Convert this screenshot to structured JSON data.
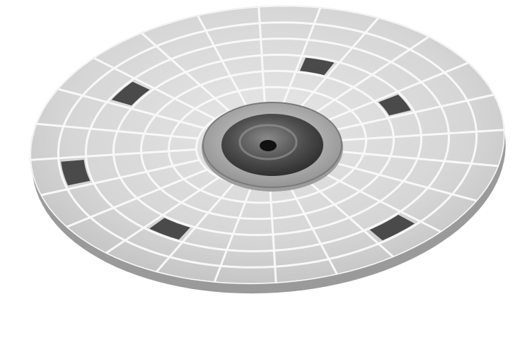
{
  "image": {
    "subject": "disk-platter-illustration",
    "rings": 6,
    "spokes": 24,
    "colors": {
      "background": "#ffffff",
      "platter_light": "#dedede",
      "platter_mid": "#c9c9c9",
      "platter_edge": "#9a9a9a",
      "grid_lines": "#f8f8f8",
      "bad_sector": "#4a4a4a",
      "hub_outer": "#b5b5b5",
      "hub_inner": "#5c5c5c",
      "spindle_hole": "#111111"
    },
    "highlighted_sectors": [
      {
        "ring": 5,
        "sector": 3
      },
      {
        "ring": 4,
        "sector": 8
      },
      {
        "ring": 4,
        "sector": 14
      },
      {
        "ring": 3,
        "sector": 19
      },
      {
        "ring": 5,
        "sector": 11
      },
      {
        "ring": 3,
        "sector": 22
      }
    ]
  }
}
